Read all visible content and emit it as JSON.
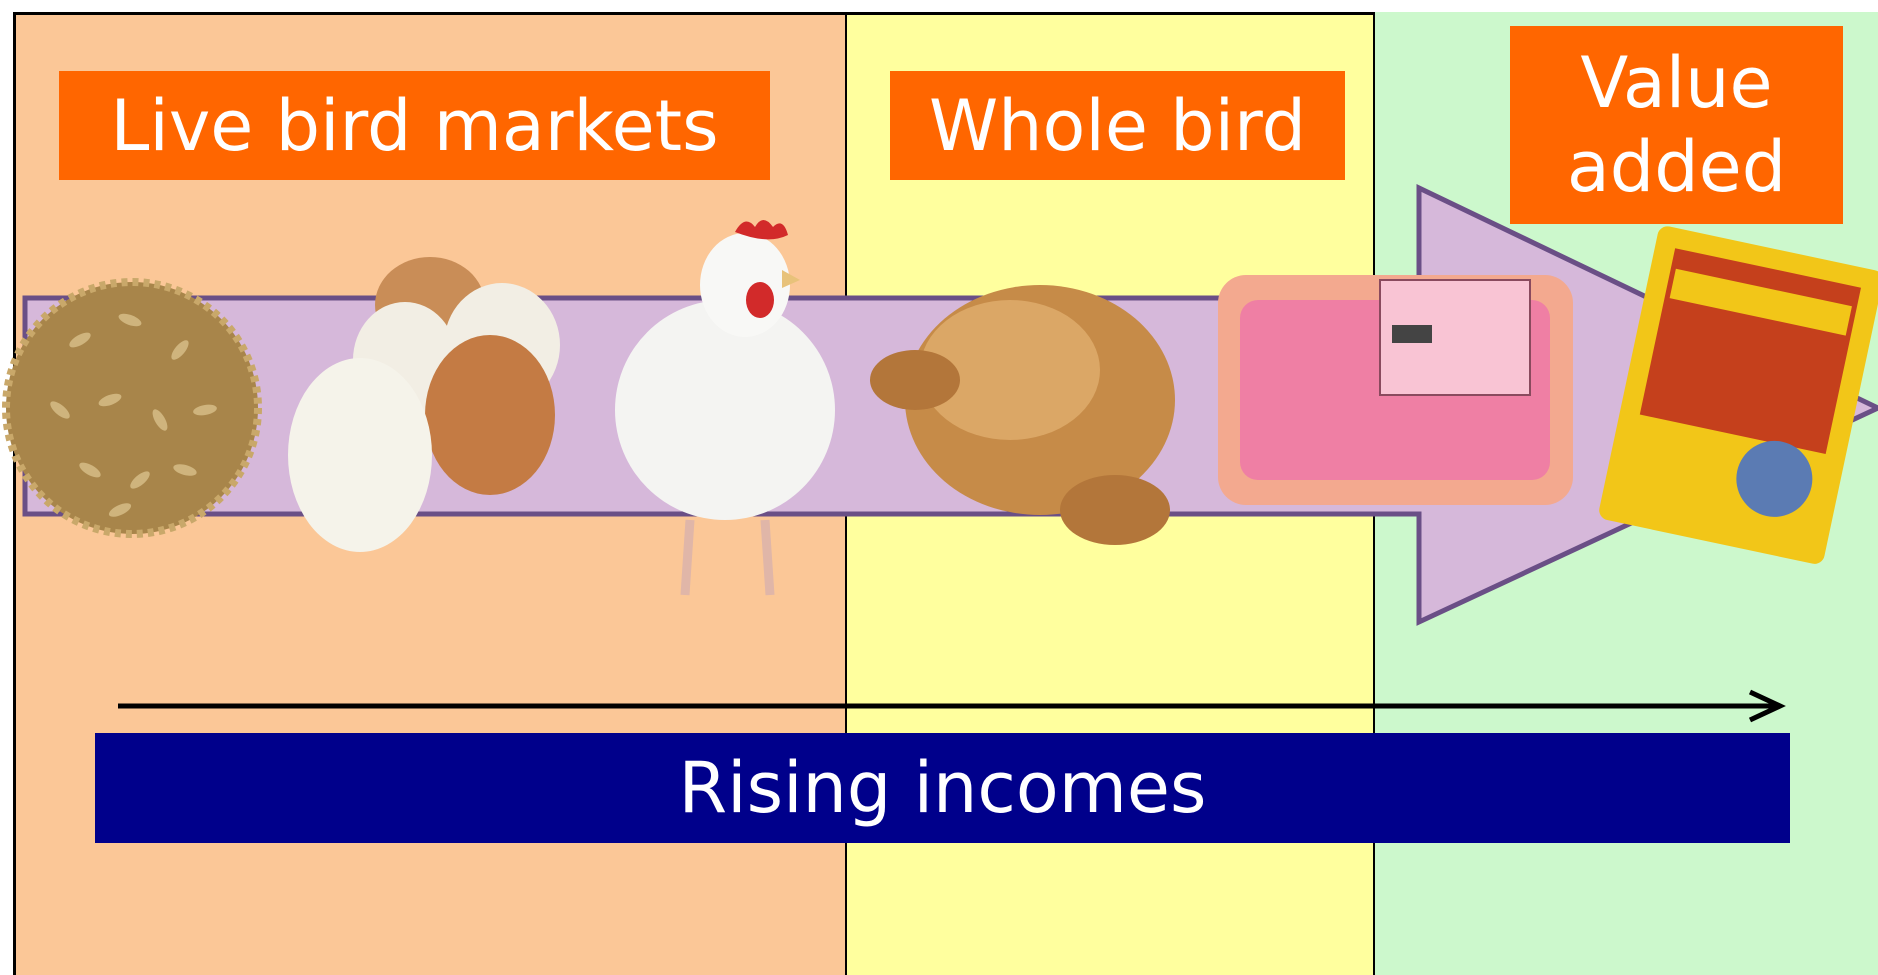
{
  "stages": [
    {
      "id": "live",
      "label": "Live bird markets"
    },
    {
      "id": "whole",
      "label": "Whole bird"
    },
    {
      "id": "value",
      "label": "Value\nadded"
    }
  ],
  "income_bar": {
    "label": "Rising incomes"
  },
  "product_images": [
    "grain-image",
    "eggs-image",
    "live-chicken-image",
    "roast-chicken-image",
    "packaged-meat-image",
    "drumsticks-package-image"
  ],
  "colors": {
    "live_zone": "#fbc797",
    "whole_zone": "#ffff9e",
    "value_zone": "#ccf8cc",
    "label_bg": "#ff6600",
    "arrow_fill": "#d6b8da",
    "arrow_stroke": "#6a4f86",
    "income_bar": "#00008b"
  }
}
